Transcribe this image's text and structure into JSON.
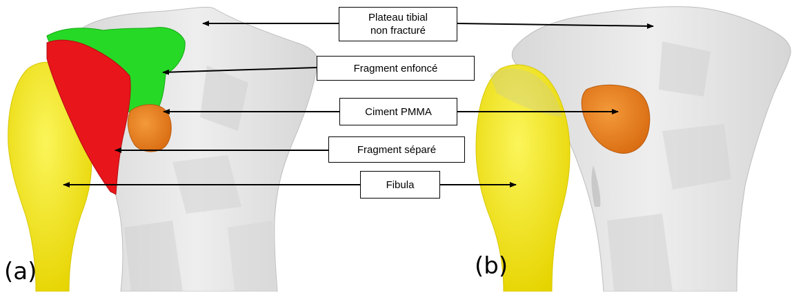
{
  "labels": {
    "plateau": "Plateau tibial\nnon fracturé",
    "fragment_enfonce": "Fragment enfoncé",
    "ciment": "Ciment PMMA",
    "fragment_separe": "Fragment séparé",
    "fibula": "Fibula"
  },
  "panels": {
    "a": "(a)",
    "b": "(b)"
  },
  "colors": {
    "bone": "#e4e4e4",
    "fibula": "#f2ea1c",
    "fragment_separe": "#e8151b",
    "fragment_enfonce": "#22dd22",
    "ciment": "#e07a1e",
    "arrow": "#000000"
  }
}
